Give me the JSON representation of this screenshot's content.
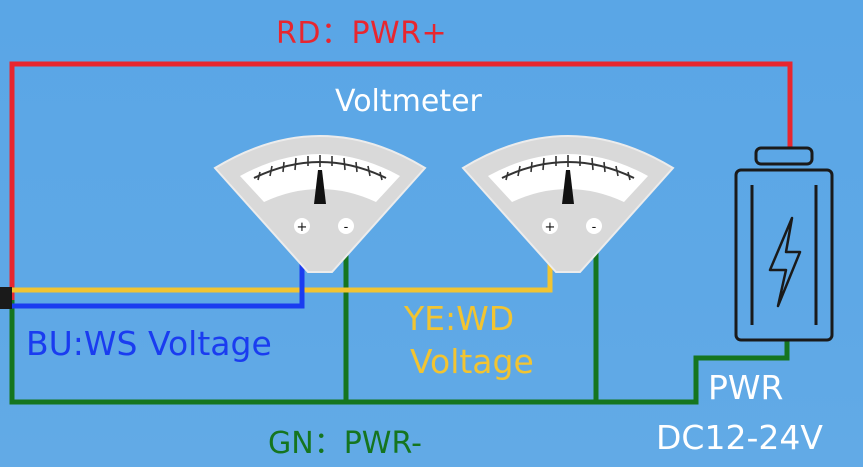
{
  "labels": {
    "red_wire": "RD：PWR+",
    "title": "Voltmeter",
    "blue_wire": "BU:WS Voltage",
    "yellow_wire_line1": "YE:WD",
    "yellow_wire_line2": "Voltage",
    "green_wire": "GN：PWR-",
    "power_line1": "PWR",
    "power_line2": "DC12-24V"
  },
  "meters": [
    {
      "plus": "+",
      "minus": "-"
    },
    {
      "plus": "+",
      "minus": "-"
    }
  ],
  "colors": {
    "background": "#5ea8e6",
    "red": "#e8262f",
    "blue": "#1a3cf0",
    "yellow": "#f2c431",
    "green": "#15751f",
    "meter_face": "#ffffff",
    "meter_body": "#dcdcdc"
  },
  "icons": {
    "battery": "battery-icon",
    "lightning": "lightning-bolt-icon"
  }
}
